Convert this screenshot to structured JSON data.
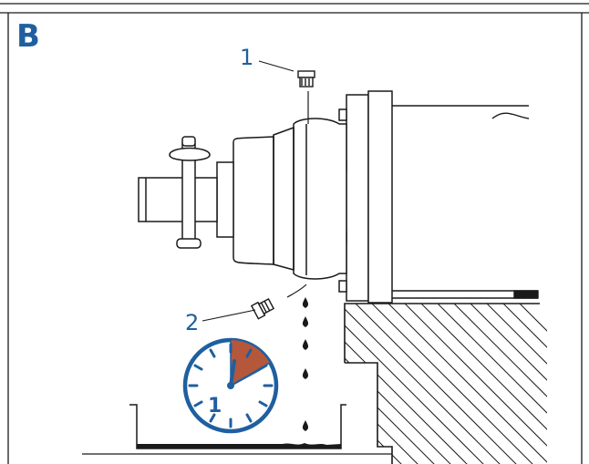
{
  "figure": {
    "panel_label": "B",
    "callouts": [
      {
        "number": "1",
        "part": "plug-top"
      },
      {
        "number": "2",
        "part": "plug-bottom"
      }
    ],
    "timer": {
      "label": "1"
    },
    "colors": {
      "accent": "#1f5fa0",
      "line": "#1a1a1a",
      "timer_sector": "#b5573a",
      "background": "#ffffff"
    },
    "icons": [
      "pipe-plug-icon",
      "oil-drop-icon",
      "clock-timer-icon"
    ]
  }
}
